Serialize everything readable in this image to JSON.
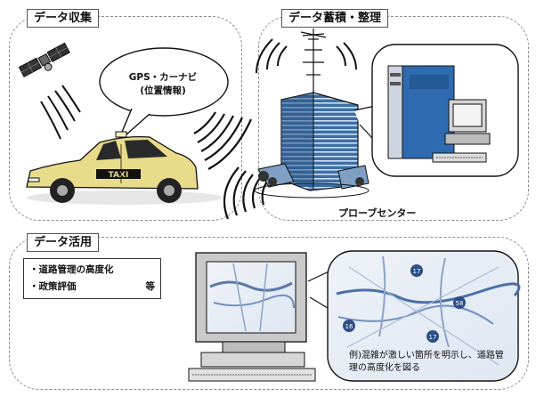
{
  "sections": {
    "collection": {
      "title": "データ収集"
    },
    "storage": {
      "title": "データ蓄積・整理"
    },
    "utilization": {
      "title": "データ活用"
    }
  },
  "bubble": {
    "line1": "GPS・カーナビ",
    "line2": "(位置情報)"
  },
  "taxi": {
    "sign": "TAXI"
  },
  "probe_center": {
    "label": "プローブセンター"
  },
  "uses": {
    "item1": "・道路管理の高度化",
    "item2": "・政策評価",
    "item2_suffix": "等"
  },
  "map_caption": "例)混雑が激しい箇所を明示し、道路管理の高度化を図る",
  "map_route_numbers": [
    "17",
    "58",
    "16",
    "17"
  ],
  "colors": {
    "taxi_body": "#e8dc8a",
    "building": "#3d6fa6",
    "server": "#2e6bb0",
    "map_road": "#6f8fc0"
  }
}
